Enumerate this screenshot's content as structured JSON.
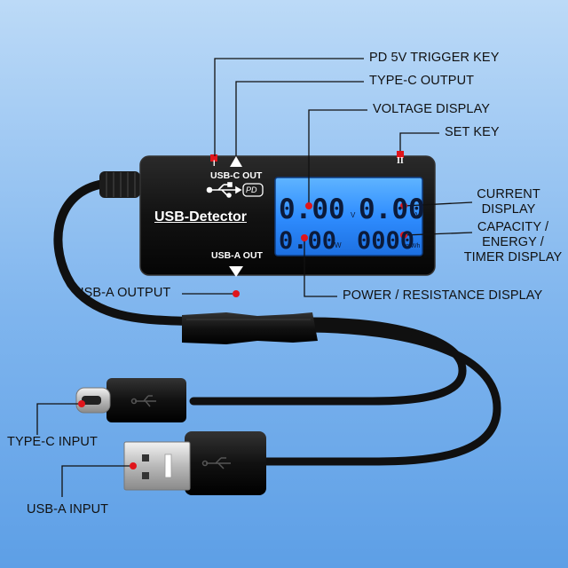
{
  "callouts": {
    "pd_trigger_key": "PD 5V TRIGGER KEY",
    "type_c_output": "TYPE-C OUTPUT",
    "voltage_display": "VOLTAGE DISPLAY",
    "set_key": "SET KEY",
    "current_display": [
      "CURRENT",
      "DISPLAY"
    ],
    "capacity_display": [
      "CAPACITY /",
      "ENERGY /",
      "TIMER DISPLAY"
    ],
    "usb_a_output": "USB-A OUTPUT",
    "power_display": "POWER / RESISTANCE DISPLAY",
    "type_c_input": "TYPE-C INPUT",
    "usb_a_input": "USB-A INPUT"
  },
  "device": {
    "brand": "USB-Detector",
    "usb_c_out": "USB-C OUT",
    "pd_badge": "PD",
    "usb_a_out": "USB-A OUT",
    "key_left_mark": "I",
    "key_right_mark": "II"
  },
  "lcd": {
    "voltage": "0.00",
    "voltage_unit": "V",
    "current": "0.00",
    "current_unit": "A",
    "power": "0.00",
    "power_unit": "W",
    "capacity": "0000",
    "capacity_unit": "mWh"
  },
  "colors": {
    "background": "#7fb5ee",
    "device_body": "#141414",
    "lcd": "#2f8dff",
    "marker": "#e0151b"
  }
}
